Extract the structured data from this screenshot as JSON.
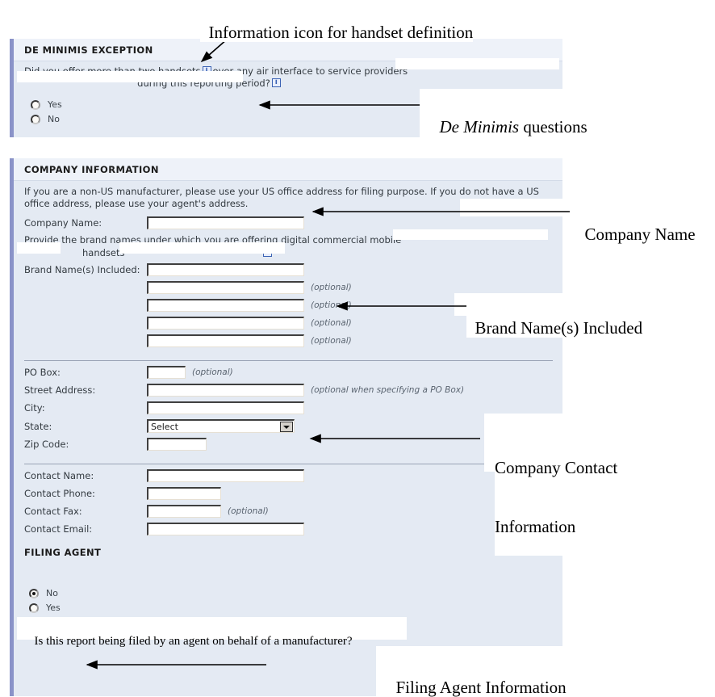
{
  "annotations": [
    {
      "id": "handset-info",
      "text": "Information icon for handset definition"
    },
    {
      "id": "de-minimis",
      "text_plain_1": "De Minimis",
      "text_plain_2": " questions"
    },
    {
      "id": "company-name",
      "text": "Company Name"
    },
    {
      "id": "brand-names",
      "text": "Brand Name(s) Included"
    },
    {
      "id": "company-contact",
      "line1": "Company Contact",
      "line2": "Information"
    },
    {
      "id": "filing-agent",
      "text": "Filing Agent Information"
    }
  ],
  "de_minimis": {
    "heading": "DE MINIMIS EXCEPTION",
    "question_line1": "Did you offer more than two handsets",
    "question_line1_tail": "over any air interface to service providers",
    "question_line2": "during this reporting period?",
    "info_icon": "info-icon",
    "options": [
      {
        "label": "Yes",
        "checked": false
      },
      {
        "label": "No",
        "checked": false
      }
    ]
  },
  "company_information": {
    "heading": "COMPANY INFORMATION",
    "note": "If you are a non-US manufacturer, please use your US office address for filing purpose. If you do not have a US office address, please use your agent's address.",
    "company_name_label": "Company Name:",
    "company_name_value": "",
    "brand_intro_line1": "Provide the brand names under which you are offering digital commercial mobile",
    "brand_intro_line2": "handsets",
    "brand_label": "Brand Name(s) Included:",
    "brand_fields": [
      {
        "value": "",
        "hint": ""
      },
      {
        "value": "",
        "hint": "(optional)"
      },
      {
        "value": "",
        "hint": "(optional)"
      },
      {
        "value": "",
        "hint": "(optional)"
      },
      {
        "value": "",
        "hint": "(optional)"
      }
    ],
    "address": [
      {
        "label": "PO Box:",
        "value": "",
        "hint": "(optional)",
        "field": "short"
      },
      {
        "label": "Street Address:",
        "value": "",
        "hint": "(optional when specifying a PO Box)",
        "field": "long"
      },
      {
        "label": "City:",
        "value": "",
        "hint": "",
        "field": "long"
      },
      {
        "label": "State:",
        "value": "Select",
        "hint": "",
        "field": "select"
      },
      {
        "label": "Zip Code:",
        "value": "",
        "hint": "",
        "field": "zip"
      }
    ],
    "state_selected": "Select",
    "contact": [
      {
        "label": "Contact Name:",
        "value": "",
        "hint": "",
        "field": "long"
      },
      {
        "label": "Contact Phone:",
        "value": "",
        "hint": "",
        "field": "mid"
      },
      {
        "label": "Contact Fax:",
        "value": "",
        "hint": "(optional)",
        "field": "mid"
      },
      {
        "label": "Contact Email:",
        "value": "",
        "hint": "",
        "field": "long"
      }
    ]
  },
  "filing_agent": {
    "heading": "FILING AGENT",
    "question": "Is this report being filed by an agent on behalf of a manufacturer?",
    "options": [
      {
        "label": "No",
        "checked": true
      },
      {
        "label": "Yes",
        "checked": false
      }
    ]
  }
}
